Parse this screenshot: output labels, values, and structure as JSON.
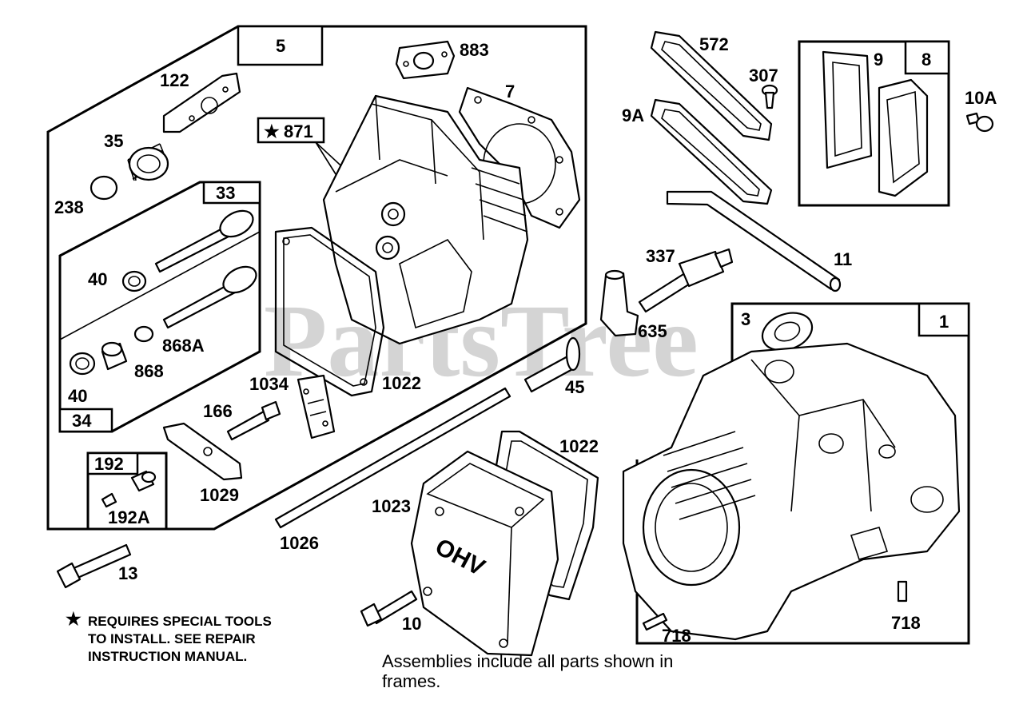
{
  "watermark": "PartsTree",
  "star_glyph": "★",
  "labels": {
    "p5": "5",
    "p883": "883",
    "p7": "7",
    "p122": "122",
    "p871": "871",
    "p35": "35",
    "p238": "238",
    "p33": "33",
    "p40a": "40",
    "p40b": "40",
    "p868a": "868A",
    "p868": "868",
    "p34": "34",
    "p1034": "1034",
    "p1022a": "1022",
    "p166": "166",
    "p1029": "1029",
    "p192": "192",
    "p192a": "192A",
    "p572": "572",
    "p307": "307",
    "p9a": "9A",
    "p9": "9",
    "p8": "8",
    "p10a": "10A",
    "p337": "337",
    "p11": "11",
    "p635": "635",
    "p45": "45",
    "p3": "3",
    "p1": "1",
    "p1022b": "1022",
    "p1023": "1023",
    "p1026": "1026",
    "p13": "13",
    "p10": "10",
    "p718a": "718",
    "p718b": "718",
    "ohv": "OHV"
  },
  "notes": {
    "special_tools": [
      "REQUIRES SPECIAL TOOLS",
      "TO INSTALL.  SEE REPAIR",
      "INSTRUCTION MANUAL."
    ],
    "assemblies": [
      "Assemblies include all parts shown in",
      "frames."
    ]
  }
}
